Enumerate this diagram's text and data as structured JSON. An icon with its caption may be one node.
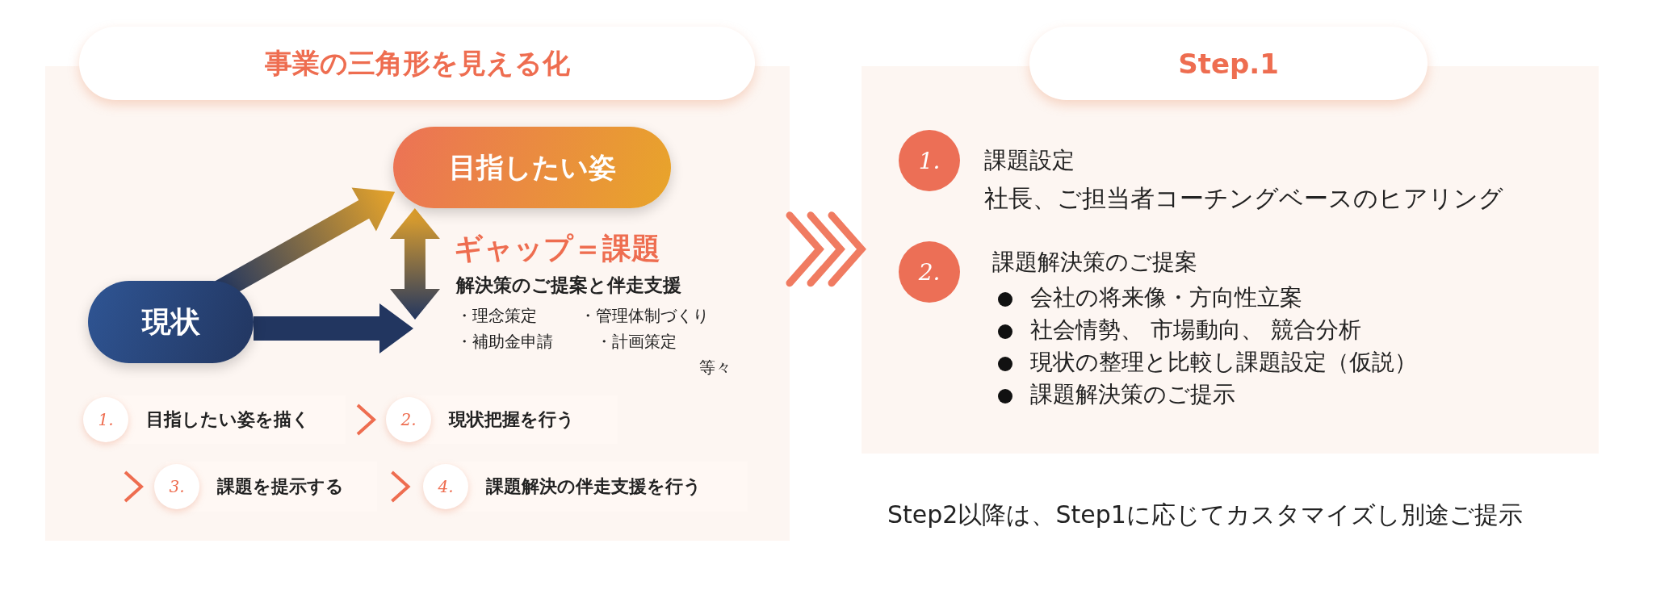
{
  "diagram": {
    "caption": "Step2以降は、Step1に応じてカスタマイズし別途ご提示",
    "nodes": [
      {
        "text": [
          "事業の三角形を見える化"
        ]
      },
      {
        "text": [
          "目指したい姿"
        ],
        "in": 0
      },
      {
        "text": [
          "現状"
        ],
        "in": 0
      },
      {
        "text": [
          "1.",
          "目指したい姿を描く"
        ],
        "in": 0
      },
      {
        "text": [
          "2.",
          "現状把握を行う"
        ],
        "in": 0
      },
      {
        "text": [
          "3.",
          "課題を提示する"
        ],
        "in": 0
      },
      {
        "text": [
          "4.",
          "課題解決の伴走支援を行う"
        ],
        "in": 0
      },
      {
        "text": [
          "Step.1"
        ]
      }
    ],
    "edges": [
      {
        "from": 2,
        "to": 1,
        "arrow": "to"
      },
      {
        "from": 2,
        "to": null,
        "arrow": "to",
        "color": "#223660"
      },
      {
        "from": 1,
        "to": null,
        "arrow": "both"
      },
      {
        "from": 3,
        "to": 4,
        "arrow": "to"
      },
      {
        "from": null,
        "to": 5,
        "arrow": "to"
      },
      {
        "from": 5,
        "to": 6,
        "arrow": "to"
      },
      {
        "from": 0,
        "to": 7,
        "arrow": "to",
        "style": "thick"
      }
    ],
    "labels": [
      "ギャップ＝課題",
      "解決策のご提案と伴走支援",
      "・理念策定",
      "・管理体制づくり",
      "・補助金申請",
      "・計画策定",
      "等々",
      "1.",
      "課題設定",
      "社長、ご担当者コーチングベースのヒアリング",
      "2.",
      "課題解決策のご提案",
      "会社の将来像・方向性立案",
      "社会情勢、 市場動向、 競合分析",
      "現状の整理と比較し課題設定（仮説）",
      "課題解決策のご提示"
    ]
  }
}
